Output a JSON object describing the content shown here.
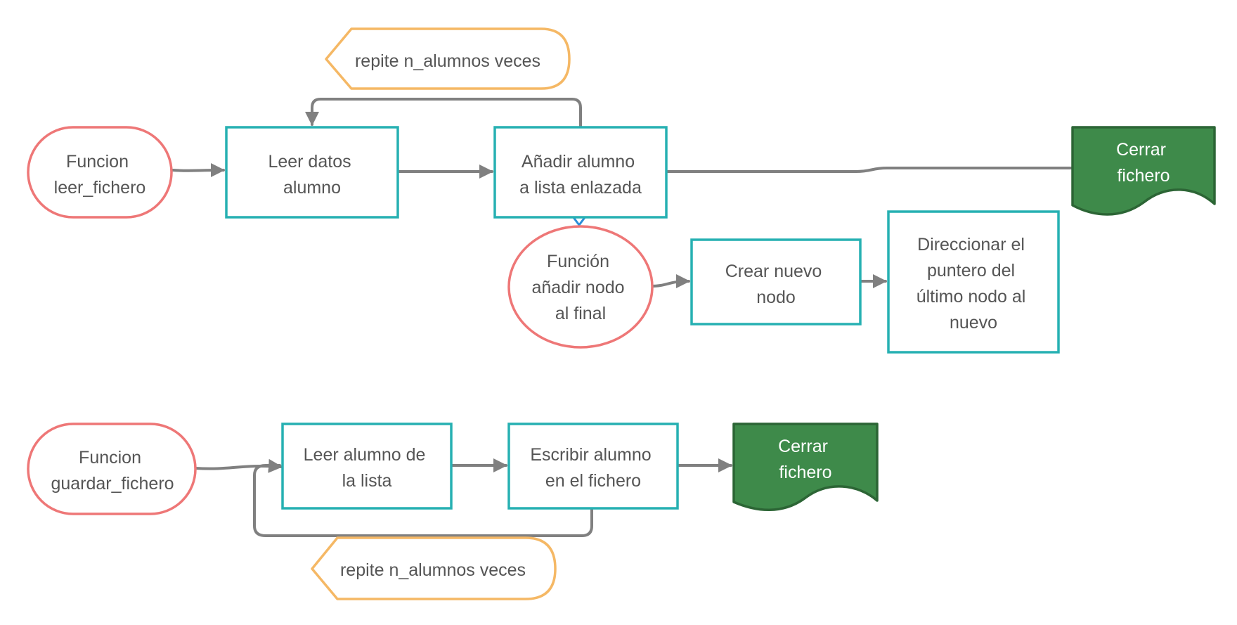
{
  "diagram": {
    "top_flow": {
      "start": [
        "Funcion",
        "leer_fichero"
      ],
      "read": [
        "Leer datos",
        "alumno"
      ],
      "add": [
        "Añadir alumno",
        "a lista enlazada"
      ],
      "loop_label": "repite n_alumnos veces",
      "close": [
        "Cerrar",
        "fichero"
      ]
    },
    "sub_flow": {
      "func": [
        "Función",
        "añadir nodo",
        "al final"
      ],
      "create": [
        "Crear nuevo",
        "nodo"
      ],
      "point": [
        "Direccionar el",
        "puntero del",
        "último nodo al",
        "nuevo"
      ]
    },
    "bottom_flow": {
      "start": [
        "Funcion",
        "guardar_fichero"
      ],
      "read": [
        "Leer alumno de",
        "la lista"
      ],
      "write": [
        "Escribir alumno",
        "en el fichero"
      ],
      "loop_label": "repite n_alumnos veces",
      "close": [
        "Cerrar",
        "fichero"
      ]
    }
  },
  "colors": {
    "terminator_stroke": "#ee7777",
    "process_stroke": "#26b0b2",
    "loop_stroke": "#f5b865",
    "document_fill": "#3e8a4a",
    "document_stroke": "#2c6535",
    "connector": "#808080",
    "link_marker": "#2b8ed8",
    "text": "#555555"
  }
}
